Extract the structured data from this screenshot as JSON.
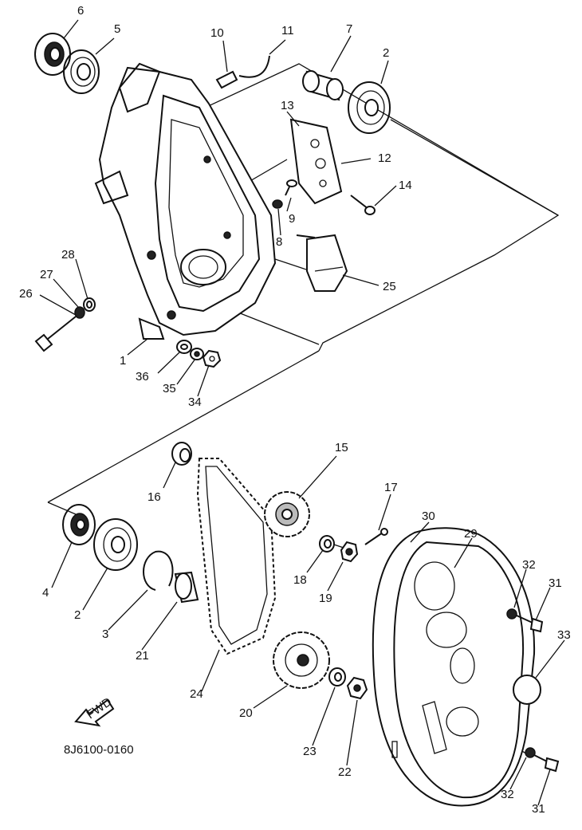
{
  "figure_code": "8J6100-0160",
  "fwd_label": "FWD",
  "callouts": [
    "1",
    "2",
    "3",
    "4",
    "5",
    "6",
    "7",
    "8",
    "9",
    "10",
    "11",
    "12",
    "13",
    "14",
    "15",
    "16",
    "17",
    "18",
    "19",
    "20",
    "21",
    "22",
    "23",
    "24",
    "25",
    "26",
    "27",
    "28",
    "29",
    "30",
    "31",
    "32",
    "33",
    "34",
    "35",
    "36"
  ]
}
